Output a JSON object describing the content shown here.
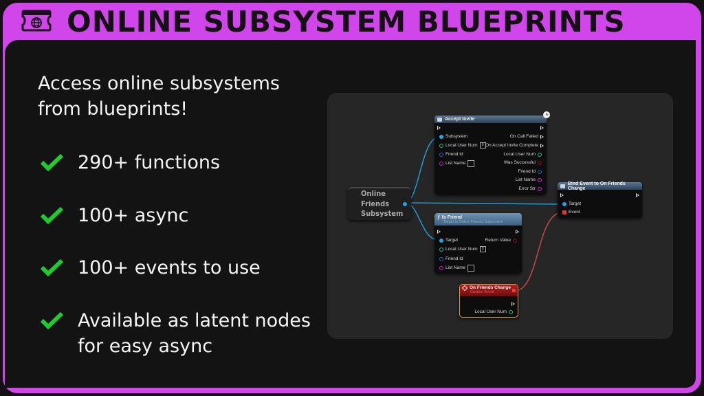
{
  "header": {
    "title": "ONLINE SUBSYSTEM BLUEPRINTS",
    "icon": "globe-ticket-icon",
    "accent_color": "#d146ea"
  },
  "intro": {
    "line1": "Access online subsystems",
    "line2": "from blueprints!"
  },
  "bullets": [
    {
      "icon": "check-icon",
      "line1": "290+ functions"
    },
    {
      "icon": "check-icon",
      "line1": "100+ async"
    },
    {
      "icon": "check-icon",
      "line1": "100+ events to use"
    },
    {
      "icon": "check-icon",
      "line1": "Available as latent nodes",
      "line2": "for easy async"
    }
  ],
  "check_color": "#1dcc2e",
  "graph": {
    "variable_node": {
      "line1": "Online",
      "line2": "Friends",
      "line3": "Subsystem"
    },
    "accept_invite": {
      "title": "Accept Invite",
      "inputs": [
        "Subsystem",
        "Local User Num",
        "Friend Id",
        "List Name"
      ],
      "local_user_num_value": "0",
      "outputs": [
        "On Call Failed",
        "On Accept Invite Complete",
        "Local User Num",
        "Was Successful",
        "Friend Id",
        "List Name",
        "Error Str"
      ]
    },
    "bind_event": {
      "title": "Bind Event to On Friends Change",
      "inputs": [
        "Target",
        "Event"
      ]
    },
    "is_friend": {
      "title": "Is Friend",
      "subtitle": "Target is Online Friends Subsystem",
      "inputs": [
        "Target",
        "Local User Num",
        "Friend Id",
        "List Name"
      ],
      "local_user_num_value": "0",
      "outputs": [
        "Return Value"
      ]
    },
    "custom_event": {
      "title": "On Friends Change",
      "subtitle": "Custom Event",
      "outputs": [
        "Local User Num"
      ]
    }
  }
}
